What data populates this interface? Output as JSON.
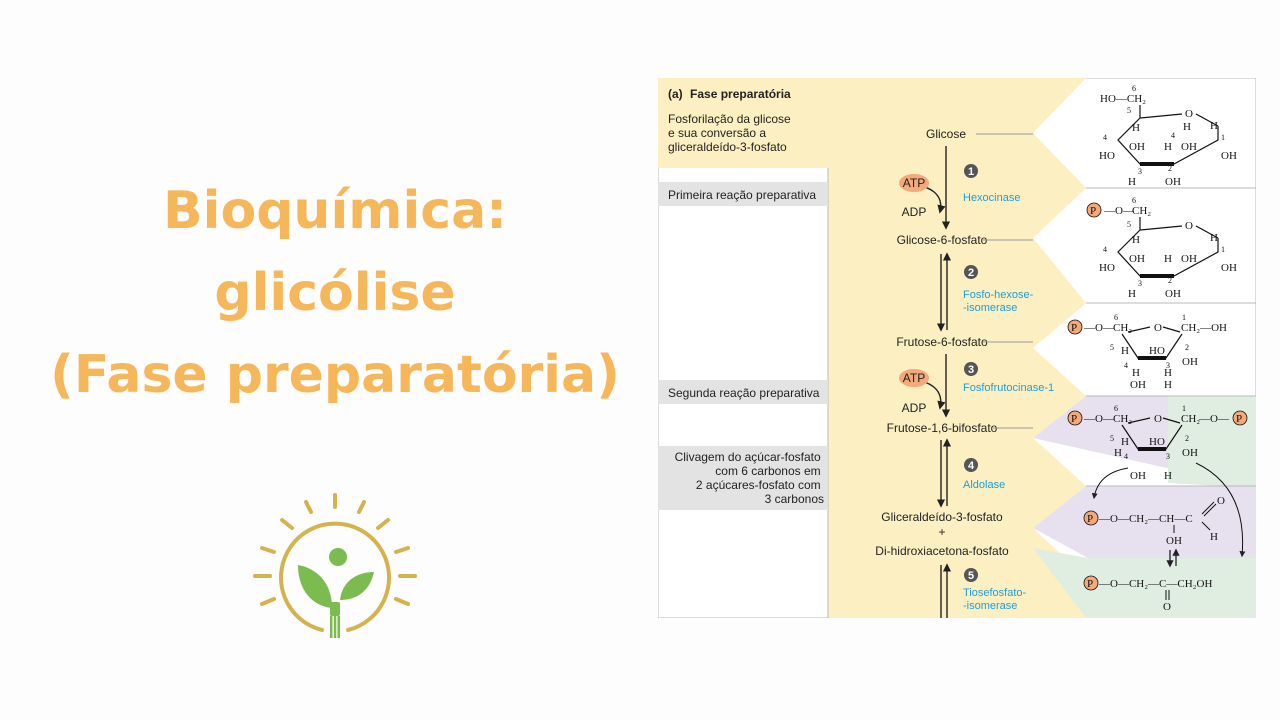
{
  "title": {
    "line1": "Bioquímica:",
    "line2": "glicólise",
    "line3": "(Fase preparatória)"
  },
  "logo": {
    "icon": "sun-plant-fork-icon",
    "colors": [
      "#d4b24c",
      "#7cbb4f"
    ]
  },
  "figure": {
    "panel_label": "(a)",
    "panel_title": "Fase preparatória",
    "intro": [
      "Fosforilação da glicose",
      "e sua conversão a",
      "gliceraldeído-3-fosfato"
    ],
    "labels": {
      "first": "Primeira reação preparativa",
      "second": "Segunda reação preparativa",
      "cleavage": [
        "Clivagem do açúcar-fosfato",
        "com 6 carbonos em",
        "2 açúcares-fosfato com",
        "3 carbonos"
      ]
    },
    "compounds": {
      "glucose": "Glicose",
      "g6p": "Glicose-6-fosfato",
      "f6p": "Frutose-6-fosfato",
      "f16bp": "Frutose-1,6-bifosfato",
      "gap": "Gliceraldeído-3-fosfato",
      "plus": "+",
      "dhap": "Di-hidroxiacetona-fosfato"
    },
    "cofactors": {
      "atp": "ATP",
      "adp": "ADP"
    },
    "steps": [
      {
        "num": "1",
        "enzyme": [
          "Hexocinase"
        ]
      },
      {
        "num": "2",
        "enzyme": [
          "Fosfo-hexose-",
          "-isomerase"
        ]
      },
      {
        "num": "3",
        "enzyme": [
          "Fosfofrutocinase-1"
        ]
      },
      {
        "num": "4",
        "enzyme": [
          "Aldolase"
        ]
      },
      {
        "num": "5",
        "enzyme": [
          "Tiosefosfato-",
          "-isomerase"
        ]
      }
    ],
    "chem": {
      "P": "P",
      "O": "O",
      "H": "H",
      "OH": "OH",
      "HO": "HO",
      "HOCH2": "HO—CH₂",
      "CH2": "CH₂",
      "CH2OH": "CH₂—OH",
      "gap_chain": "—O—CH₂—CH—C",
      "dhap_chain": "—O—CH₂—C—CH₂OH",
      "n1": "1",
      "n2": "2",
      "n3": "3",
      "n4": "4",
      "n5": "5",
      "n6": "6"
    },
    "colors": {
      "yellow": "#fcefc1",
      "gray": "#e3e3e3",
      "purple": "#e7e1ef",
      "green": "#e0eee2",
      "blue": "#1e9fd8",
      "atp": "#f3a97a",
      "border": "#b9b9b9"
    }
  }
}
